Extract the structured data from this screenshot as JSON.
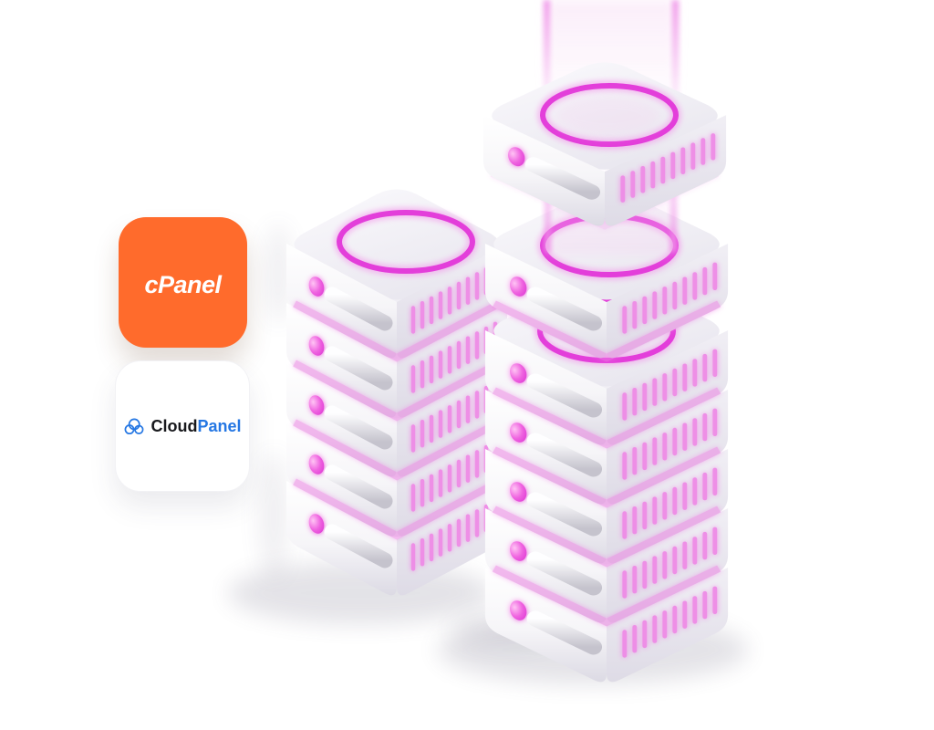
{
  "page": {
    "background_color": "#ffffff"
  },
  "badges": {
    "cpanel": {
      "label": "cPanel",
      "background_color": "#ff6b2c",
      "text_color": "#ffffff"
    },
    "cloudpanel": {
      "label_cloud": "Cloud",
      "label_panel": "Panel",
      "background_color": "#ffffff",
      "cloud_text_color": "#17181c",
      "panel_text_color": "#2577e3",
      "icon": "cloud-icon",
      "icon_color": "#2577e3"
    }
  },
  "illustration": {
    "subject": "two isometric stacks of mini server units with magenta glow rings, pink LEDs and vents, one floating unit with vertical light beams",
    "glow_ring_color": "#e33eda",
    "led_color": "#e84fd8",
    "vent_glow_color": "#ef86e6",
    "server_body_color": "#f4f2f7",
    "left_stack_units": 5,
    "right_stack_units": 6,
    "floating_units": 1,
    "glow_rings_visible": 4,
    "light_beam_columns": 2
  }
}
